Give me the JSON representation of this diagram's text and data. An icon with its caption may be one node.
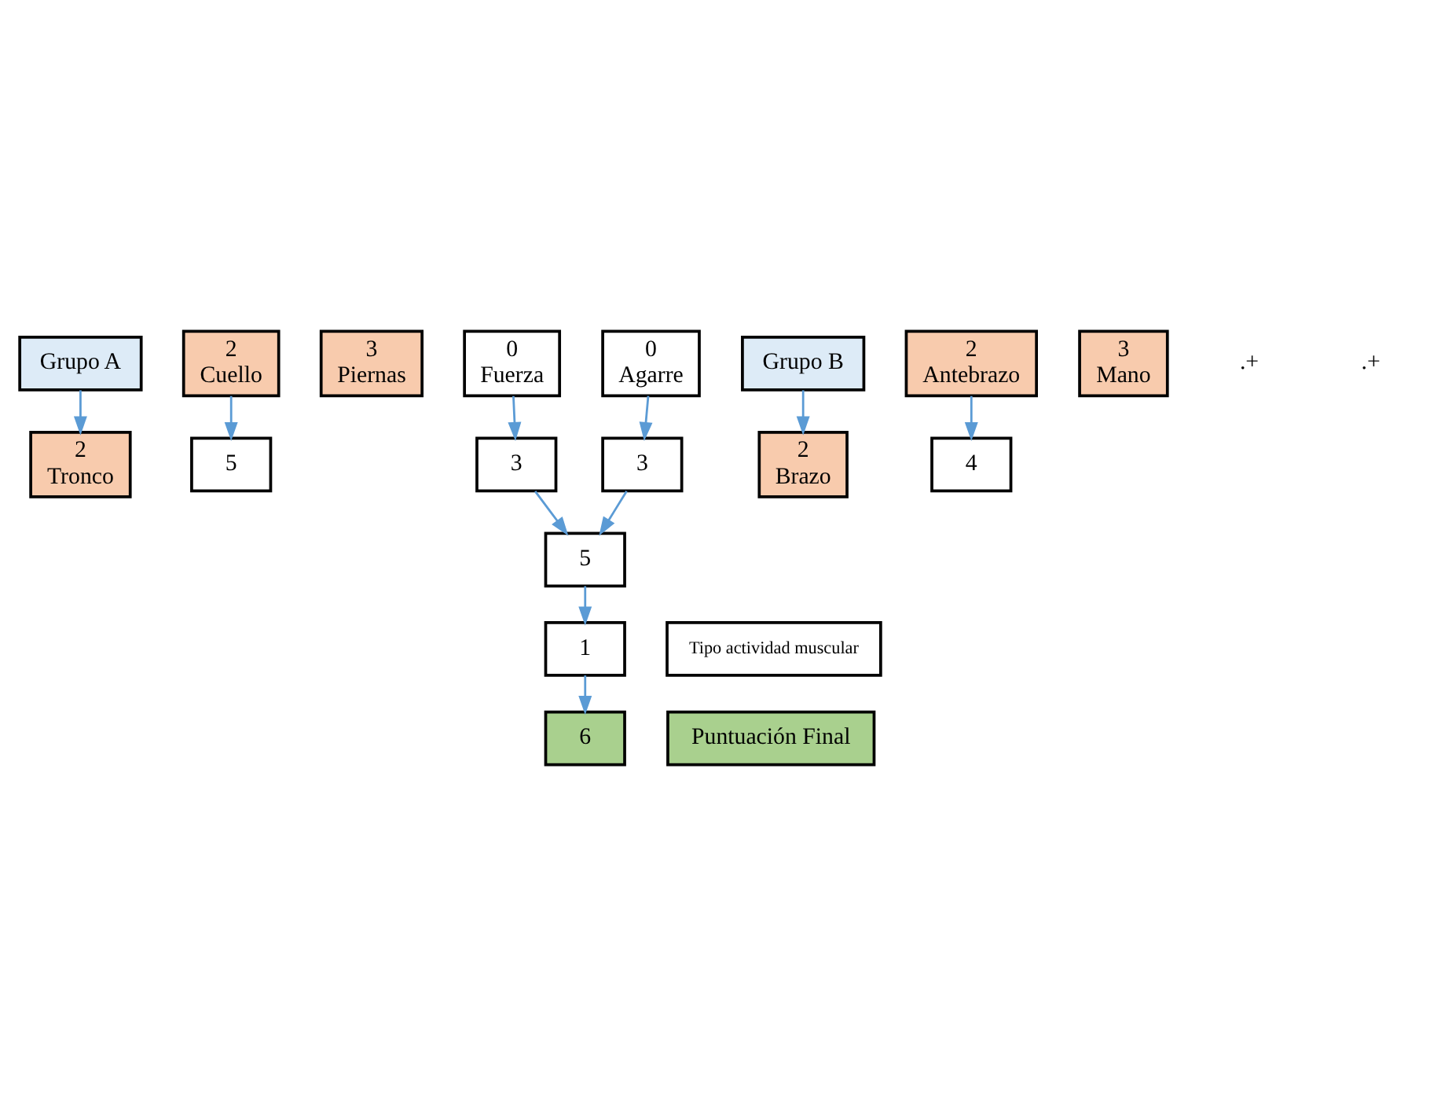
{
  "diagram": {
    "nodes": [
      {
        "text": [
          "Grupo A"
        ]
      },
      {
        "text": [
          "2",
          "Tronco"
        ]
      },
      {
        "text": [
          "2",
          "Cuello"
        ]
      },
      {
        "text": [
          "3",
          "Piernas"
        ]
      },
      {
        "text": [
          "5"
        ]
      },
      {
        "text": [
          "0",
          "Fuerza"
        ]
      },
      {
        "text": [
          "3"
        ]
      },
      {
        "text": [
          "Grupo B"
        ]
      },
      {
        "text": [
          "2",
          "Brazo"
        ]
      },
      {
        "text": [
          "2",
          "Antebrazo"
        ]
      },
      {
        "text": [
          "3",
          "Mano"
        ]
      },
      {
        "text": [
          "4"
        ]
      },
      {
        "text": [
          "0",
          "Agarre"
        ]
      },
      {
        "text": [
          "3"
        ]
      },
      {
        "text": [
          "5"
        ]
      },
      {
        "text": [
          "Tipo actividad muscular"
        ]
      },
      {
        "text": [
          "1"
        ]
      },
      {
        "text": [
          "6"
        ]
      },
      {
        "text": [
          "Puntuación Final"
        ]
      }
    ],
    "edges": [
      {
        "from": 0,
        "to": 1,
        "arrow": "to"
      },
      {
        "from": 2,
        "to": 4,
        "arrow": "to"
      },
      {
        "from": 5,
        "to": 6,
        "arrow": "to"
      },
      {
        "from": 7,
        "to": 8,
        "arrow": "to"
      },
      {
        "from": 9,
        "to": 11,
        "arrow": "to"
      },
      {
        "from": 12,
        "to": 13,
        "arrow": "to"
      },
      {
        "from": 6,
        "to": 14,
        "arrow": "to"
      },
      {
        "from": 13,
        "to": 14,
        "arrow": "to"
      },
      {
        "from": 14,
        "to": 16,
        "arrow": "to"
      },
      {
        "from": 16,
        "to": 17,
        "arrow": "to"
      }
    ],
    "labels": [
      ".+",
      ".+"
    ]
  }
}
